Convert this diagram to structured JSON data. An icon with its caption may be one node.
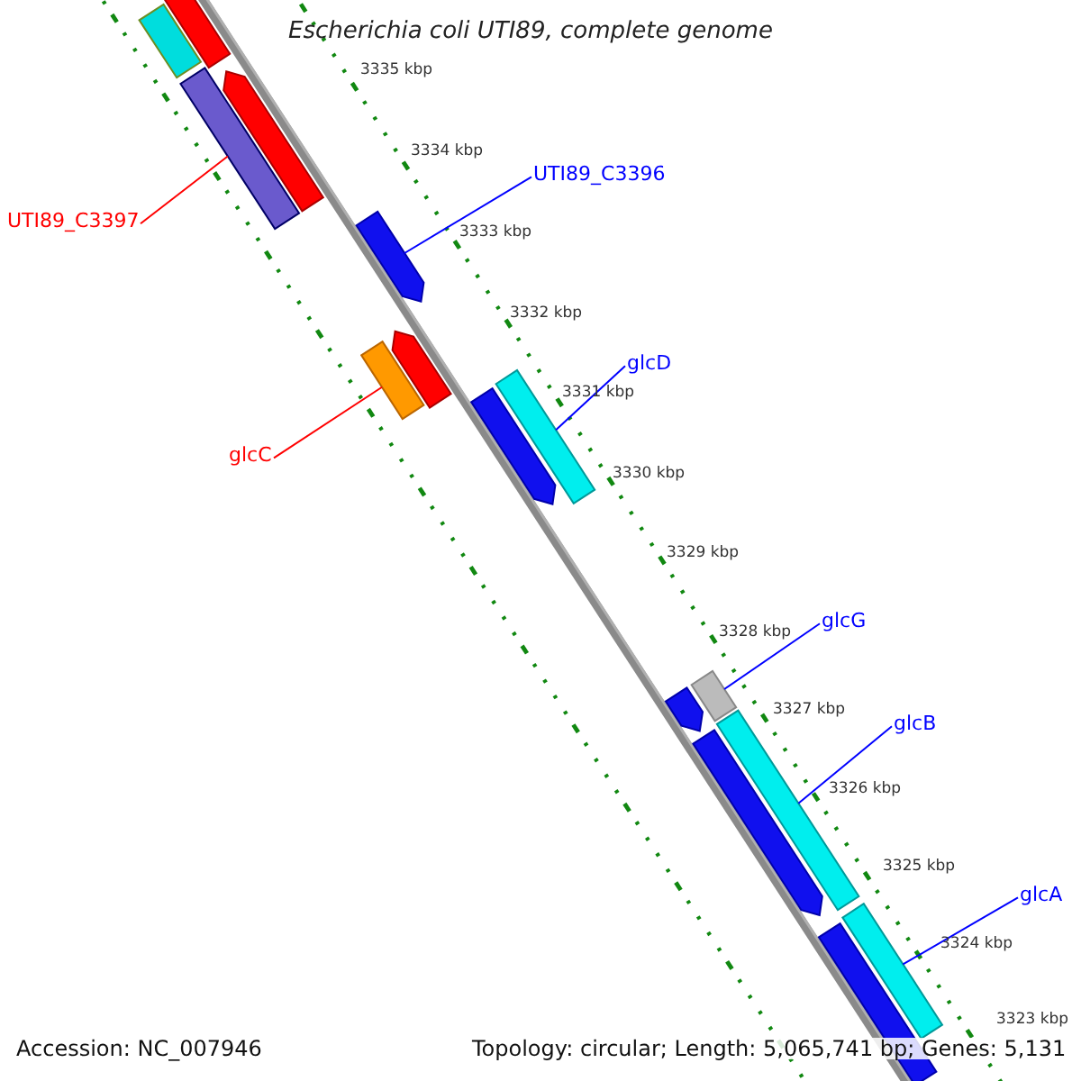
{
  "diagram": {
    "title": "Escherichia coli UTI89, complete genome",
    "nodes": [
      {
        "text": [
          "UTI89_C3397"
        ]
      },
      {
        "text": [],
        "shape": "bar"
      },
      {
        "text": [
          "UTI89_C3396"
        ]
      },
      {
        "text": [],
        "shape": "arrow"
      },
      {
        "text": [
          "glcD"
        ]
      },
      {
        "text": [],
        "shape": "bar"
      },
      {
        "text": [
          "glcC"
        ]
      },
      {
        "text": [],
        "shape": "bar"
      },
      {
        "text": [
          "glcG"
        ]
      },
      {
        "text": [],
        "shape": "bar"
      },
      {
        "text": [
          "glcB"
        ]
      },
      {
        "text": [],
        "shape": "bar"
      },
      {
        "text": [
          "glcA"
        ]
      },
      {
        "text": [],
        "shape": "bar"
      },
      {
        "text": [],
        "shape": "bar"
      },
      {
        "text": [],
        "shape": "bar"
      },
      {
        "text": [],
        "shape": "arrow"
      },
      {
        "text": [],
        "shape": "arrow"
      },
      {
        "text": [],
        "shape": "arrow"
      },
      {
        "text": [],
        "shape": "arrow"
      },
      {
        "text": [],
        "shape": "arrow"
      },
      {
        "text": [],
        "shape": "bar"
      }
    ],
    "edges": [
      {
        "from": 0,
        "to": 1,
        "arrow": "none",
        "color": "#ff0000"
      },
      {
        "from": 2,
        "to": 3,
        "arrow": "none"
      },
      {
        "from": 4,
        "to": 5,
        "arrow": "none"
      },
      {
        "from": 6,
        "to": 7,
        "arrow": "none",
        "color": "#ff0000"
      },
      {
        "from": 8,
        "to": 9,
        "arrow": "none"
      },
      {
        "from": 10,
        "to": 11,
        "arrow": "none"
      },
      {
        "from": 12,
        "to": 13,
        "arrow": "none"
      }
    ],
    "labels": [
      "3335 kbp",
      "3334 kbp",
      "3333 kbp",
      "3332 kbp",
      "3331 kbp",
      "3330 kbp",
      "3329 kbp",
      "3328 kbp",
      "3327 kbp",
      "3326 kbp",
      "3325 kbp",
      "3324 kbp",
      "3323 kbp",
      "Accession: NC_007946",
      "Topology: circular; Length: 5,065,741 bp; Genes: 5,131"
    ]
  }
}
